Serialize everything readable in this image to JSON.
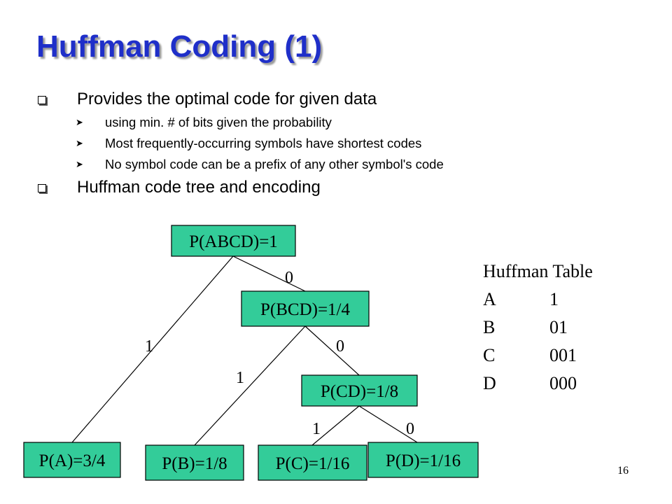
{
  "slide": {
    "title": "Huffman Coding (1)",
    "page_number": "16"
  },
  "bullets": [
    {
      "text": "Provides the optimal code for given data",
      "sub": [
        "using min. # of bits given the probability",
        "Most frequently-occurring symbols have shortest codes",
        "No symbol code can be a prefix of any other symbol's code"
      ]
    },
    {
      "text": "Huffman code tree and encoding",
      "sub": []
    }
  ],
  "tree": {
    "node_color": "#33cc99",
    "nodes": {
      "abcd": "P(ABCD)=1",
      "bcd": "P(BCD)=1/4",
      "cd": "P(CD)=1/8",
      "a": "P(A)=3/4",
      "b": "P(B)=1/8",
      "c": "P(C)=1/16",
      "d": "P(D)=1/16"
    },
    "edges": {
      "abcd_bcd": "0",
      "abcd_a": "1",
      "bcd_cd": "0",
      "bcd_b": "1",
      "cd_c": "1",
      "cd_d": "0"
    }
  },
  "huffman_table": {
    "title": "Huffman Table",
    "rows": [
      {
        "symbol": "A",
        "code": "1"
      },
      {
        "symbol": "B",
        "code": "01"
      },
      {
        "symbol": "C",
        "code": "001"
      },
      {
        "symbol": "D",
        "code": "000"
      }
    ]
  }
}
